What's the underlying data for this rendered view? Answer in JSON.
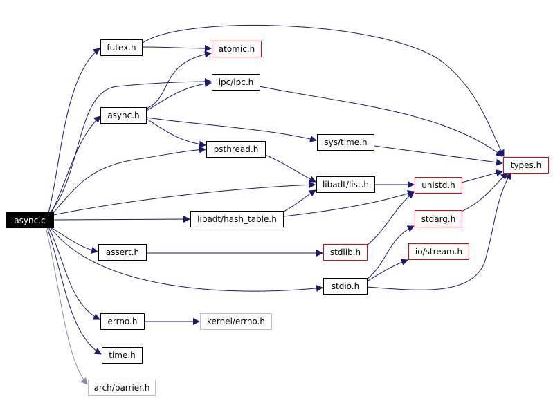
{
  "colors": {
    "edge": "#191970",
    "edge_muted": "#8c8cb0",
    "border_normal": "#000000",
    "border_red": "#ff0000",
    "border_gray": "#bfbfbf",
    "root_fill": "#000000"
  },
  "nodes": {
    "async_c": "async.c",
    "futex_h": "futex.h",
    "atomic_h": "atomic.h",
    "ipc_h": "ipc/ipc.h",
    "async_h": "async.h",
    "sys_time_h": "sys/time.h",
    "psthread_h": "psthread.h",
    "types_h": "types.h",
    "list_h": "libadt/list.h",
    "unistd_h": "unistd.h",
    "hash_h": "libadt/hash_table.h",
    "stdarg_h": "stdarg.h",
    "assert_h": "assert.h",
    "stdlib_h": "stdlib.h",
    "stream_h": "io/stream.h",
    "stdio_h": "stdio.h",
    "errno_h": "errno.h",
    "kerrno_h": "kernel/errno.h",
    "time_h": "time.h",
    "barrier_h": "arch/barrier.h"
  }
}
